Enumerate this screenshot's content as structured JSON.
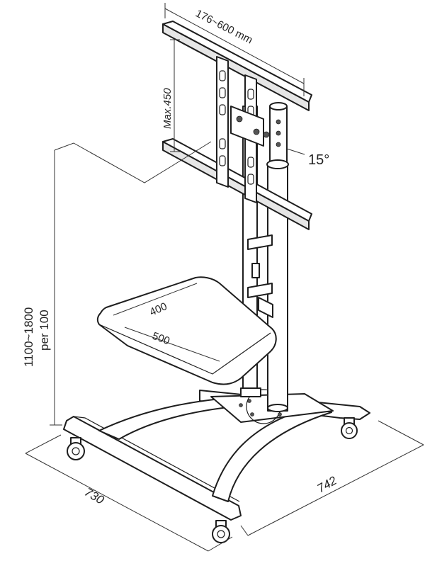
{
  "diagram": {
    "labels": {
      "vesa_width": "176~600 mm",
      "vesa_height": "Max.450",
      "tilt": "15°",
      "height_range": "1100~1800",
      "height_step": "per 100",
      "shelf_depth": "400",
      "shelf_width": "500",
      "base_depth": "730",
      "base_width": "742"
    }
  }
}
